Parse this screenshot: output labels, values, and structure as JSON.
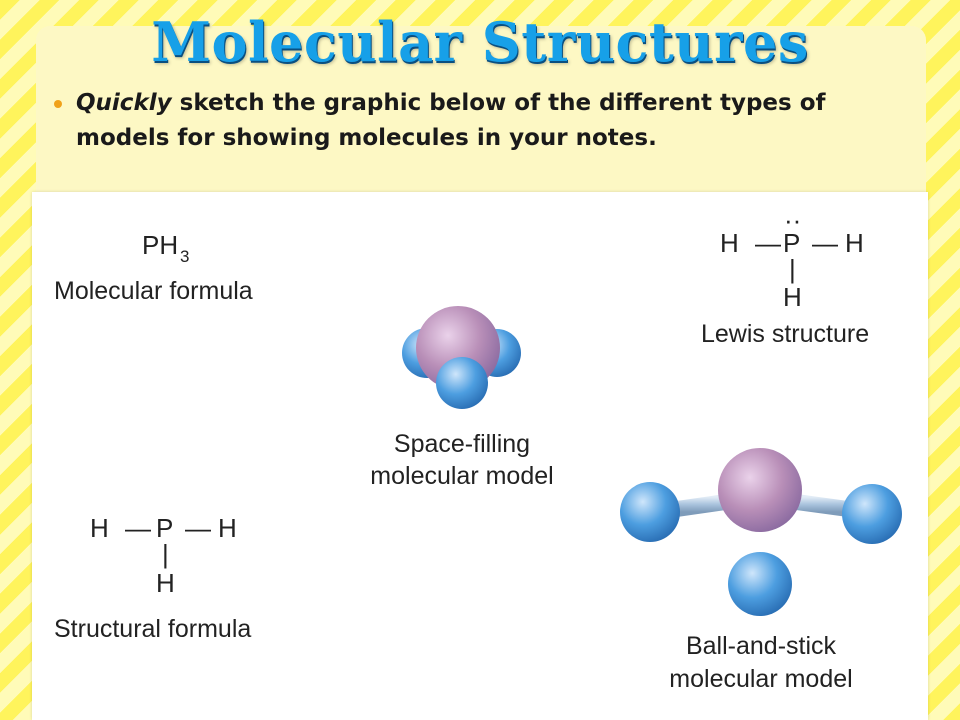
{
  "slide": {
    "title": "Molecular Structures",
    "bullet": {
      "emphasis": "Quickly",
      "text": " sketch the graphic below of the different types of models for showing molecules in your notes."
    }
  },
  "figure": {
    "molecular_formula": {
      "formula_base": "PH",
      "formula_subscript": "3",
      "label": "Molecular formula"
    },
    "lewis_structure": {
      "atom_left": "H",
      "bond_left": "—",
      "atom_center": "P",
      "lone_pair": "··",
      "bond_right": "—",
      "atom_right": "H",
      "bond_down": "|",
      "atom_bottom": "H",
      "label": "Lewis structure"
    },
    "space_filling": {
      "label_line1": "Space-filling",
      "label_line2": "molecular model"
    },
    "structural_formula": {
      "atom_left": "H",
      "bond_left": "—",
      "atom_center": "P",
      "bond_right": "—",
      "atom_right": "H",
      "bond_down": "|",
      "atom_bottom": "H",
      "label": "Structural formula"
    },
    "ball_and_stick": {
      "label_line1": "Ball-and-stick",
      "label_line2": "molecular model"
    }
  },
  "colors": {
    "title": "#17a0e8",
    "phosphorus_atom": "#b98fb8",
    "hydrogen_atom": "#4d9ee0",
    "bond_stick": "#a9c3dd",
    "bullet": "#f0a21a"
  }
}
